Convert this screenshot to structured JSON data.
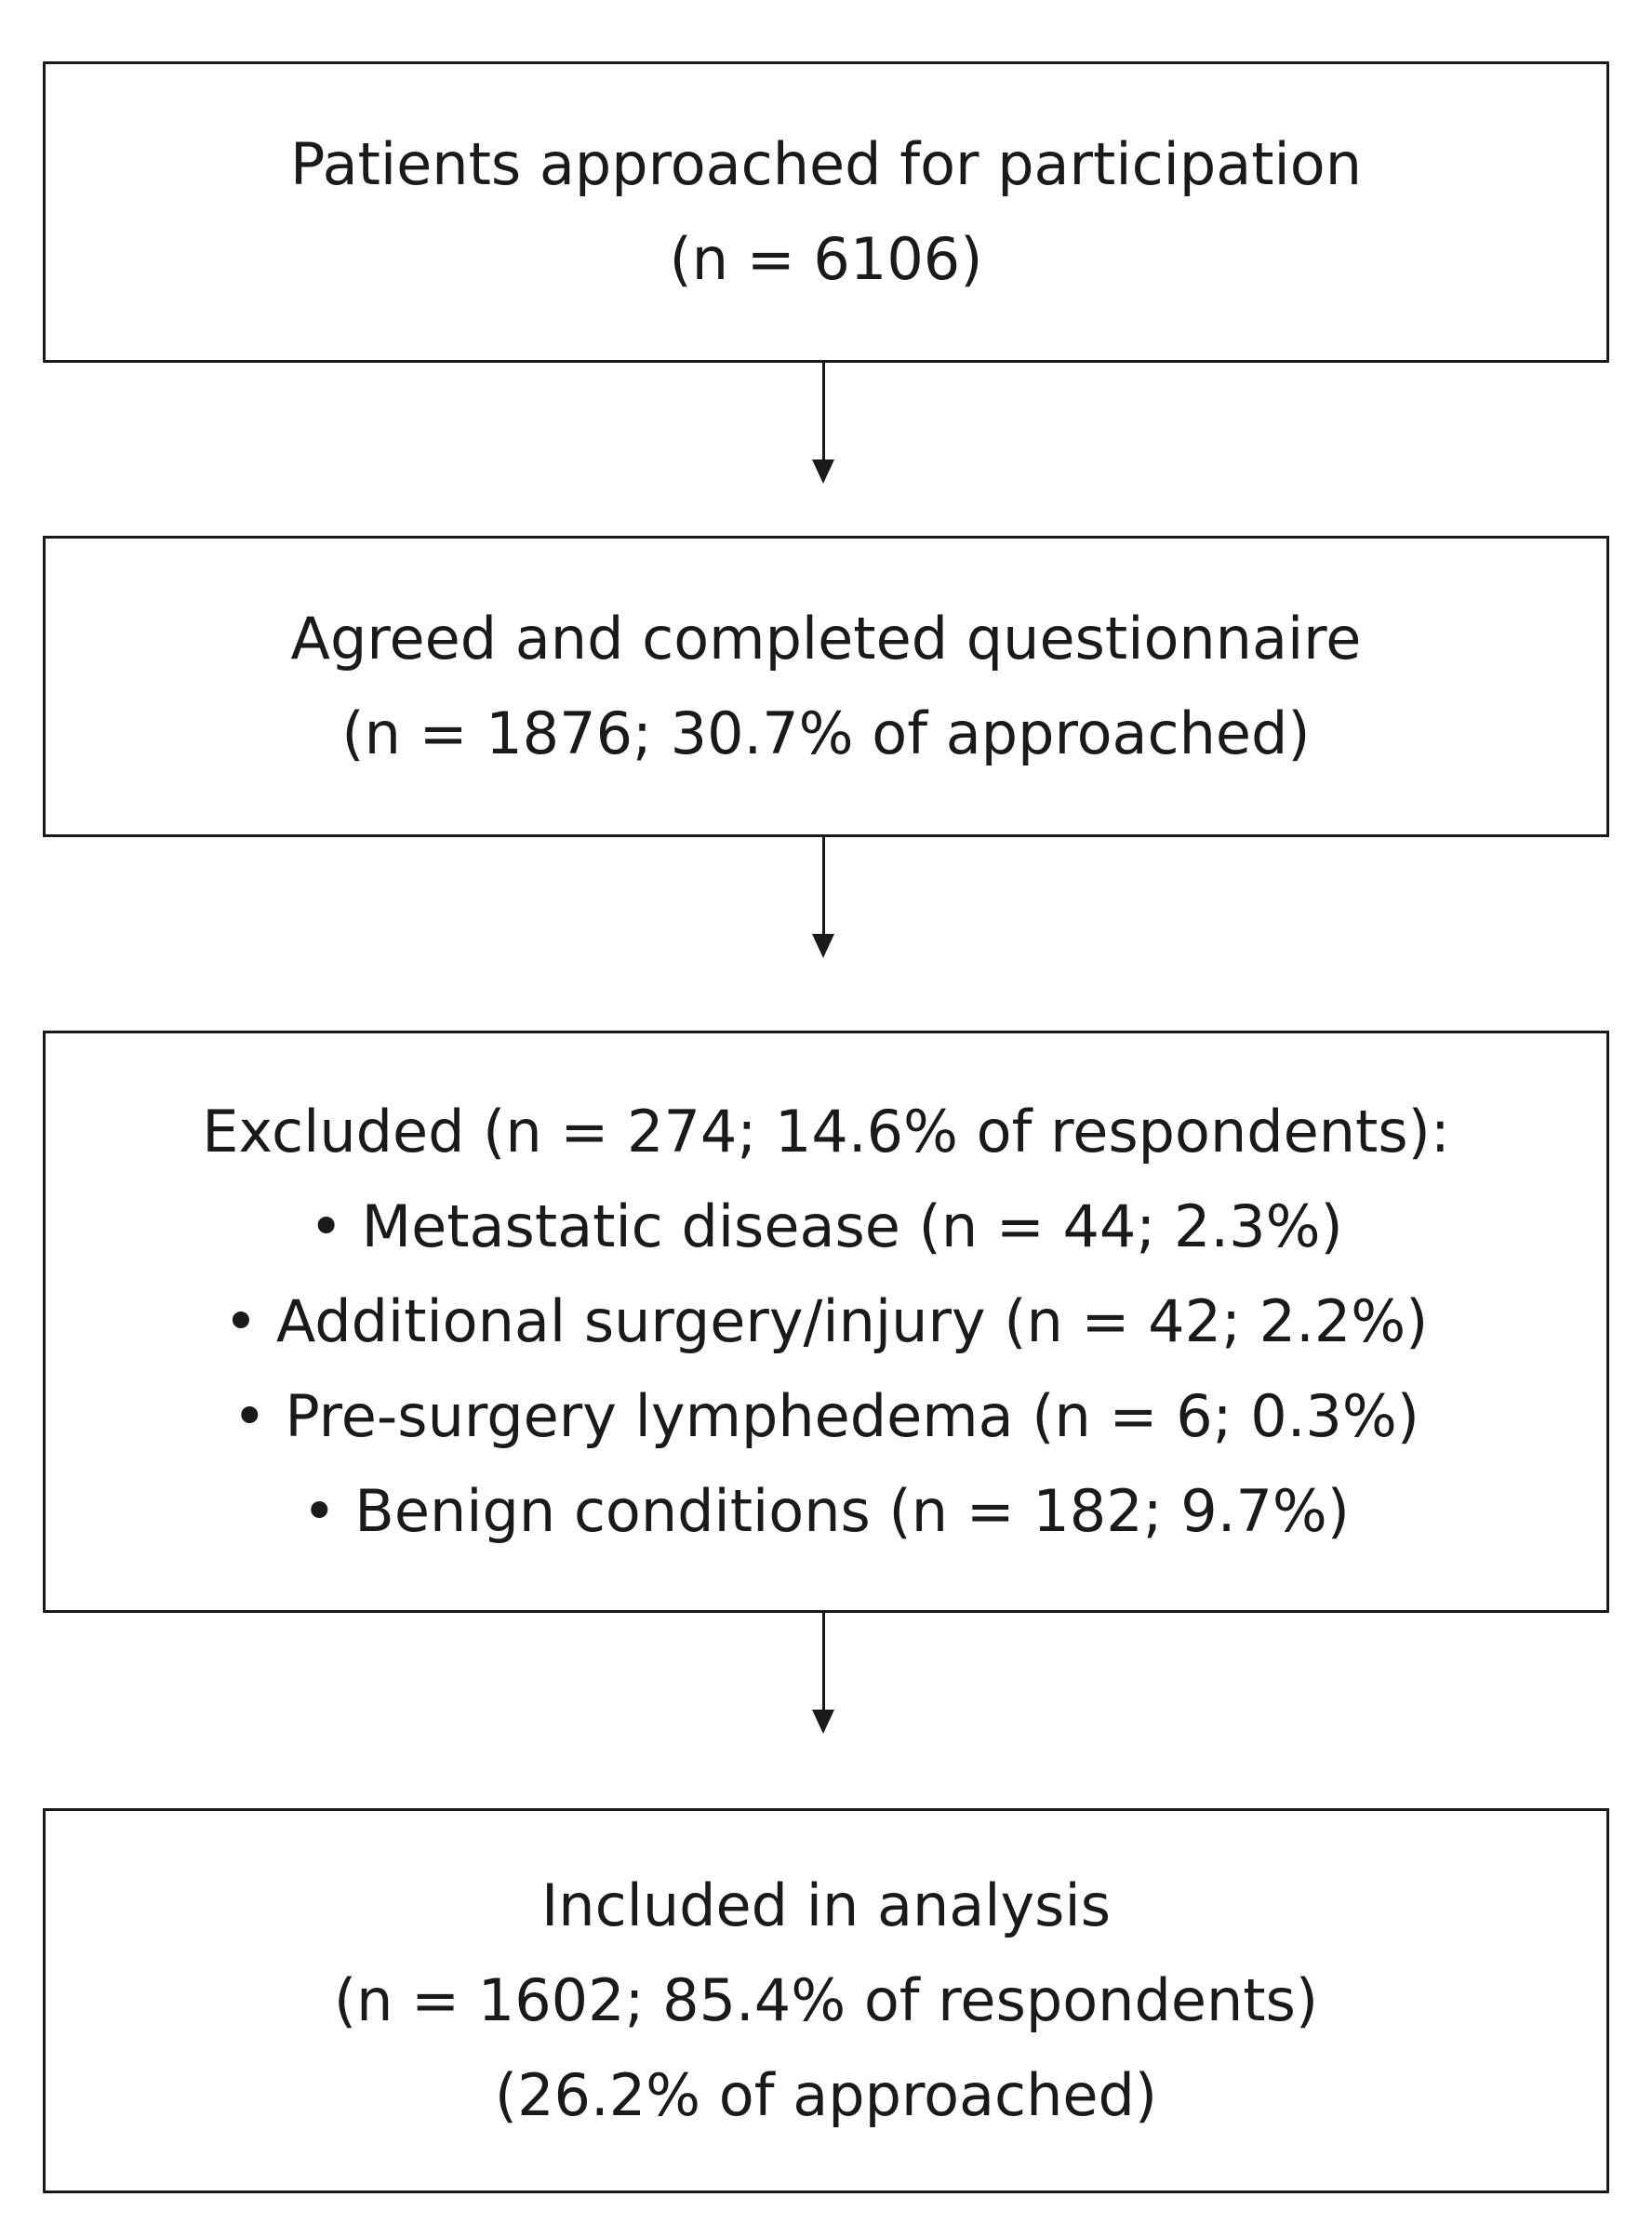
{
  "boxes": {
    "approached": {
      "title": "Patients approached for participation",
      "count": "(n = 6106)"
    },
    "completed": {
      "title": "Agreed and completed questionnaire",
      "count": "(n = 1876; 30.7% of approached)"
    },
    "excluded": {
      "title": "Excluded (n = 274; 14.6% of respondents):",
      "reasons": [
        "• Metastatic disease (n = 44; 2.3%)",
        "• Additional surgery/injury (n = 42; 2.2%)",
        "• Pre-surgery lymphedema (n = 6; 0.3%)",
        "• Benign conditions (n = 182; 9.7%)"
      ]
    },
    "included": {
      "title": "Included in analysis",
      "count": "(n = 1602; 85.4% of respondents)",
      "share": "(26.2% of approached)"
    }
  },
  "colors": {
    "stroke": "#1a1a1a",
    "background": "#ffffff"
  }
}
